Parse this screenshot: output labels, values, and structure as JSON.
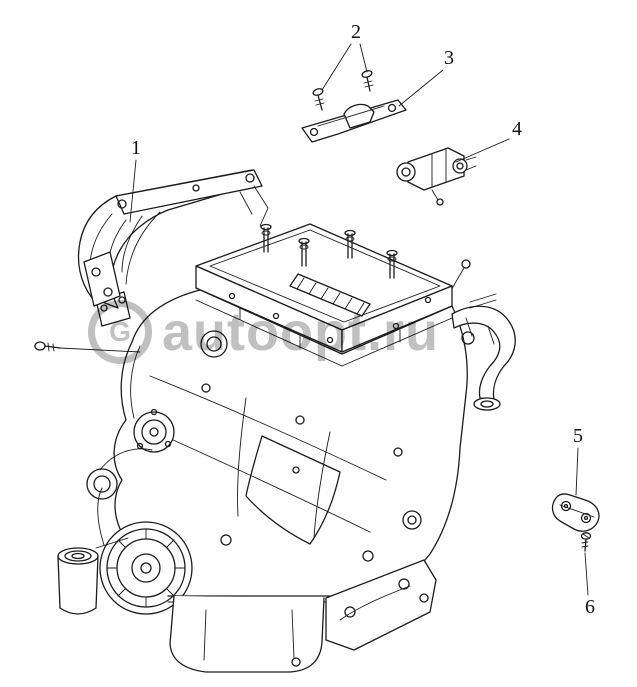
{
  "page": {
    "background_color": "#ffffff",
    "line_color": "#1c1c1c",
    "watermark_color": "#8c8c8c"
  },
  "diagram": {
    "type": "exploded-parts-illustration",
    "callouts": [
      {
        "label": "1"
      },
      {
        "label": "2"
      },
      {
        "label": "3"
      },
      {
        "label": "4"
      },
      {
        "label": "5"
      },
      {
        "label": "6"
      }
    ]
  },
  "watermark": {
    "logo_letter": "G",
    "text": "autoopt.ru"
  }
}
